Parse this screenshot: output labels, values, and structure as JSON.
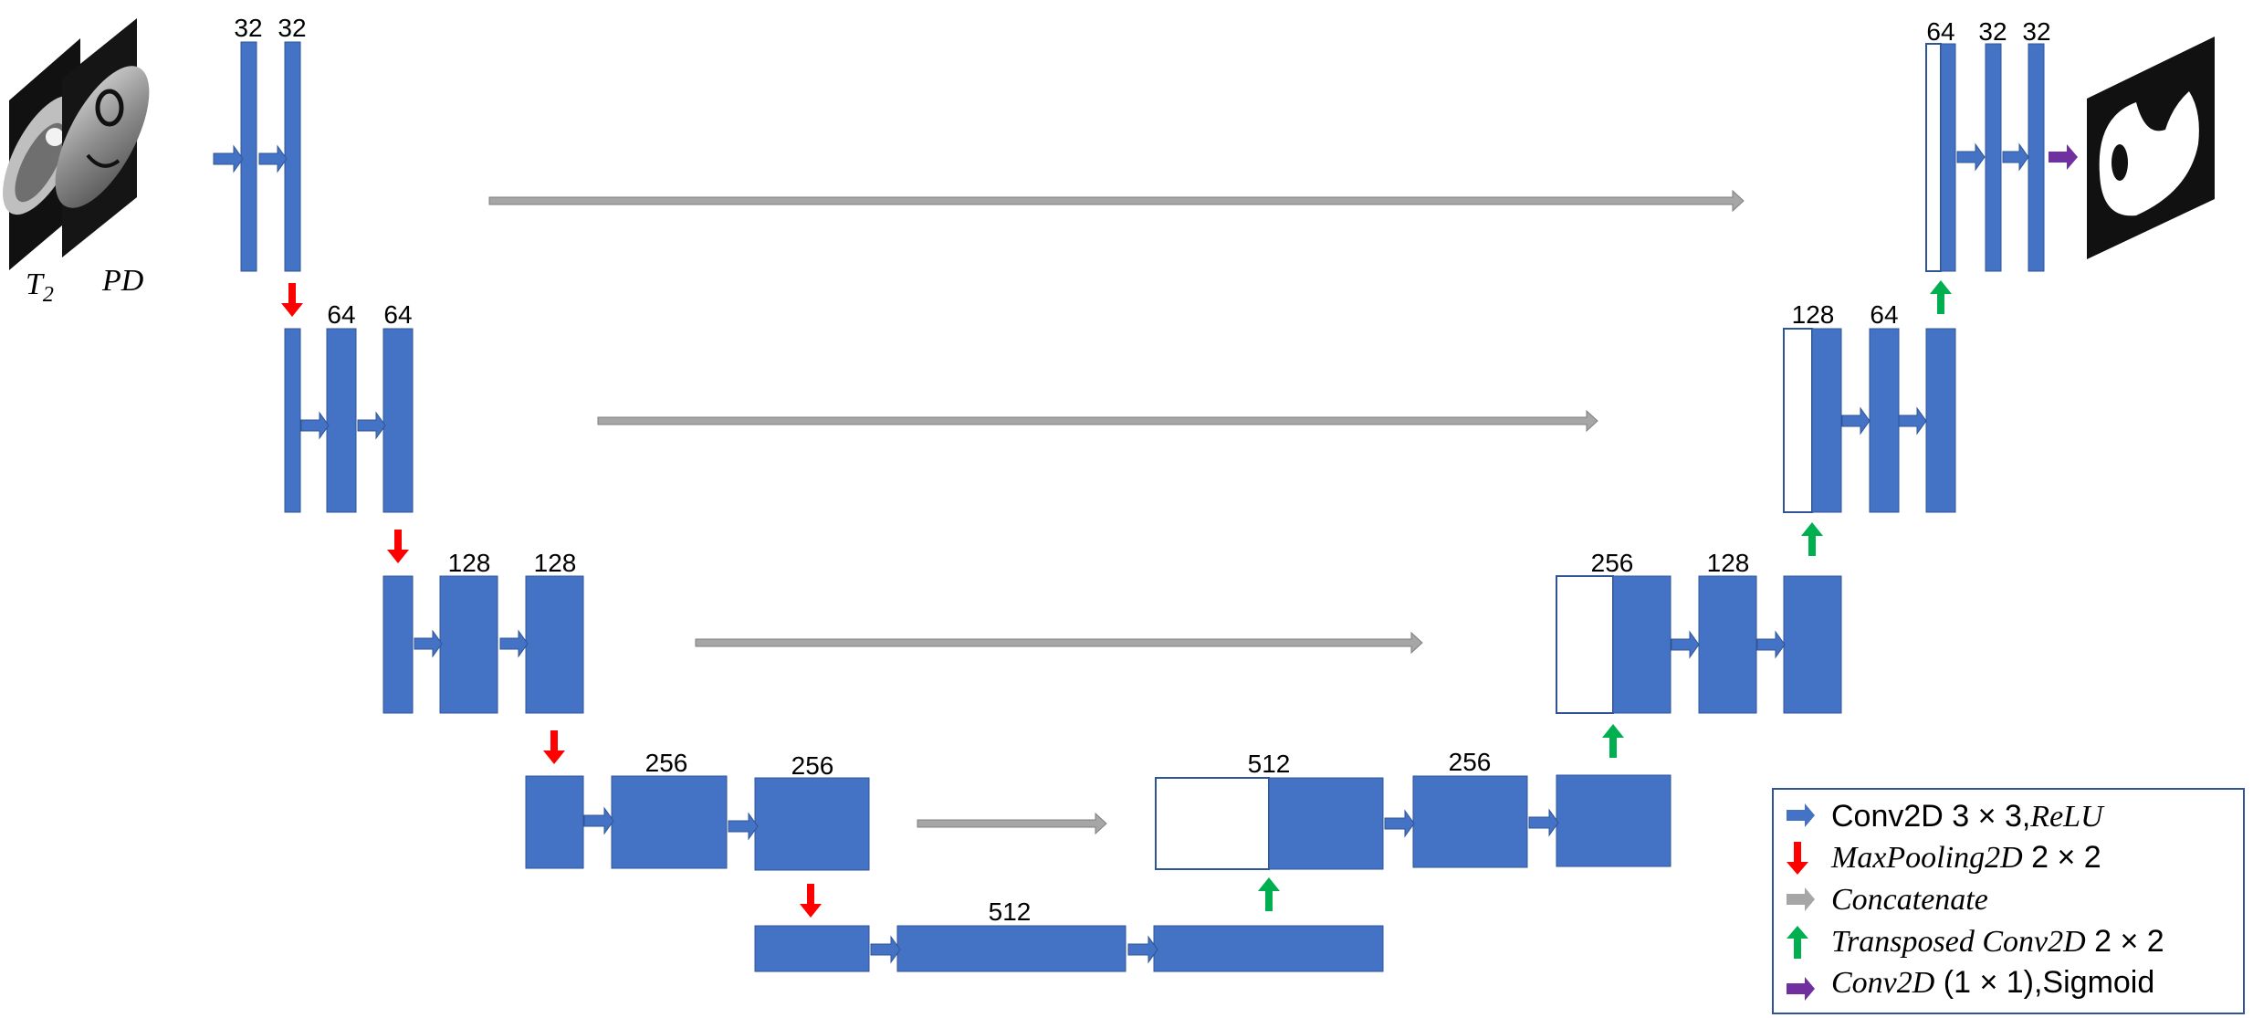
{
  "colors": {
    "block": "#4472C4",
    "block_stroke": "#2F5597",
    "conv_arrow": "#4472C4",
    "pool_arrow": "#FF0000",
    "concat_arrow": "#A6A6A6",
    "upconv_arrow": "#00B050",
    "final_arrow": "#7030A0",
    "legend_border": "#2F5597"
  },
  "inputs": {
    "t2_label": "T",
    "t2_sub": "2",
    "pd_label": "PD"
  },
  "encoder": {
    "level1": [
      "32",
      "32"
    ],
    "level2": [
      "64",
      "64"
    ],
    "level3": [
      "128",
      "128"
    ],
    "level4": [
      "256",
      "256"
    ]
  },
  "bottleneck": {
    "label": "512"
  },
  "decoder": {
    "level4": [
      "512",
      "256"
    ],
    "level3": [
      "256",
      "128"
    ],
    "level2": [
      "128",
      "64"
    ],
    "level1": [
      "64",
      "32",
      "32"
    ]
  },
  "legend": [
    {
      "icon": "conv-arrow-icon",
      "prefix": "Conv2D 3 × 3,",
      "italic": "ReLU",
      "suffix": ""
    },
    {
      "icon": "maxpool-arrow-icon",
      "prefix": "",
      "italic": "MaxPooling2D",
      "suffix": " 2 × 2"
    },
    {
      "icon": "concat-arrow-icon",
      "prefix": "",
      "italic": "Concatenate",
      "suffix": ""
    },
    {
      "icon": "transposed-conv-arrow-icon",
      "prefix": "",
      "italic": "Transposed Conv2D",
      "suffix": " 2 × 2"
    },
    {
      "icon": "final-conv-arrow-icon",
      "prefix": "",
      "italic": "Conv2D",
      "suffix": " (1 × 1),Sigmoid"
    }
  ]
}
